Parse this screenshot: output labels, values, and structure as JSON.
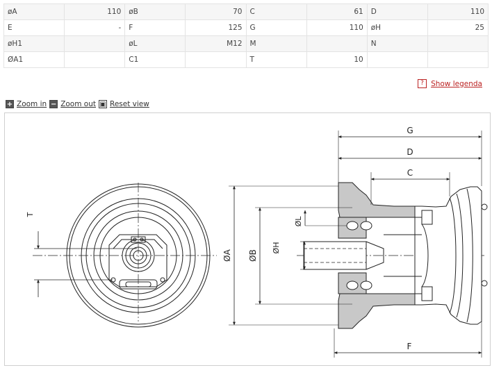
{
  "specs": {
    "rows": [
      [
        {
          "label": "øA",
          "value": "110"
        },
        {
          "label": "øB",
          "value": "70"
        },
        {
          "label": "C",
          "value": "61"
        },
        {
          "label": "D",
          "value": "110"
        }
      ],
      [
        {
          "label": "E",
          "value": "-"
        },
        {
          "label": "F",
          "value": "125"
        },
        {
          "label": "G",
          "value": "110"
        },
        {
          "label": "øH",
          "value": "25"
        }
      ],
      [
        {
          "label": "øH1",
          "value": ""
        },
        {
          "label": "øL",
          "value": "M12"
        },
        {
          "label": "M",
          "value": ""
        },
        {
          "label": "N",
          "value": ""
        }
      ],
      [
        {
          "label": "ØA1",
          "value": ""
        },
        {
          "label": "C1",
          "value": ""
        },
        {
          "label": "T",
          "value": "10"
        },
        {
          "label": "",
          "value": ""
        }
      ]
    ]
  },
  "legend": {
    "icon": "?",
    "label": "Show legenda"
  },
  "toolbar": {
    "zoom_in": "Zoom in",
    "zoom_out": "Zoom out",
    "reset": "Reset view"
  },
  "drawing": {
    "labels": {
      "G": "G",
      "D": "D",
      "C": "C",
      "F": "F",
      "A": "ØA",
      "B": "ØB",
      "H": "ØH",
      "L": "ØL",
      "T": "T"
    }
  }
}
